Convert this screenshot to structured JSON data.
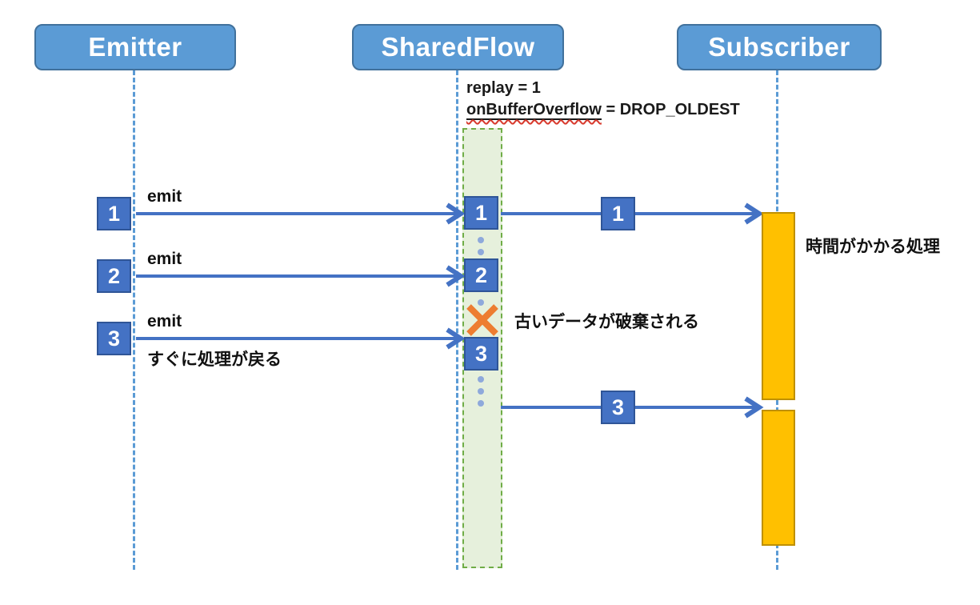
{
  "lanes": {
    "emitter": {
      "label": "Emitter"
    },
    "sharedflow": {
      "label": "SharedFlow"
    },
    "subscriber": {
      "label": "Subscriber"
    }
  },
  "config": {
    "replay_text": "replay = 1",
    "overflow_word": "onBufferOverflow",
    "overflow_rest": " = DROP_OLDEST"
  },
  "emits": [
    {
      "value": "1",
      "label": "emit"
    },
    {
      "value": "2",
      "label": "emit"
    },
    {
      "value": "3",
      "label": "emit"
    }
  ],
  "buffer_items": [
    "1",
    "2",
    "3"
  ],
  "deliveries": [
    {
      "value": "1"
    },
    {
      "value": "3"
    }
  ],
  "notes": {
    "immediate_return": "すぐに処理が戻る",
    "drop_note": "古いデータが破棄される",
    "slow_process": "時間がかかる処理"
  },
  "colors": {
    "actor_fill": "#5b9bd5",
    "actor_border": "#41719c",
    "chip_fill": "#4472c4",
    "chip_border": "#2f5597",
    "buffer_fill": "#e6f0dc",
    "buffer_border": "#70ad47",
    "activation_fill": "#ffc000",
    "activation_border": "#bf9000",
    "arrow": "#4472c4",
    "lifeline": "#5b9bd5",
    "drop_x": "#ed7d31",
    "dot": "#8ea9db",
    "spellcheck_squiggle": "#d83a2e"
  }
}
